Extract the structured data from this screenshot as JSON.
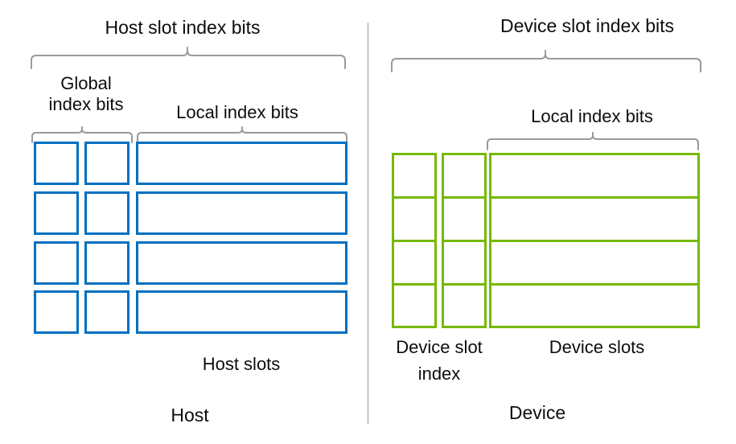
{
  "diagram": {
    "title_host": "Host slot index bits",
    "title_device": "Device slot index bits",
    "colors": {
      "host_blue": "#0070C0",
      "device_green": "#76B900",
      "bracket_gray": "#9A9A9A",
      "text_black": "#0D0D0D",
      "background": "#FFFFFF"
    }
  },
  "host": {
    "top_bracket_label": "Host slot index bits",
    "global_index_label_line1": "Global",
    "global_index_label_line2": "index bits",
    "local_index_label": "Local index bits",
    "slots_label": "Host slots",
    "side_label": "Host",
    "rows": 4,
    "columns": [
      {
        "name": "global-bit-0",
        "kind": "square"
      },
      {
        "name": "global-bit-1",
        "kind": "square"
      },
      {
        "name": "local-bits",
        "kind": "wide"
      }
    ]
  },
  "device": {
    "top_bracket_label": "Device slot index bits",
    "local_index_label": "Local index bits",
    "slot_index_label_line1": "Device slot",
    "slot_index_label_line2": "index",
    "slots_label": "Device slots",
    "side_label": "Device",
    "rows": 4,
    "columns": [
      {
        "name": "device-slot-index-0",
        "kind": "square"
      },
      {
        "name": "device-slot-index-1",
        "kind": "square"
      },
      {
        "name": "device-slots",
        "kind": "wide"
      }
    ]
  }
}
